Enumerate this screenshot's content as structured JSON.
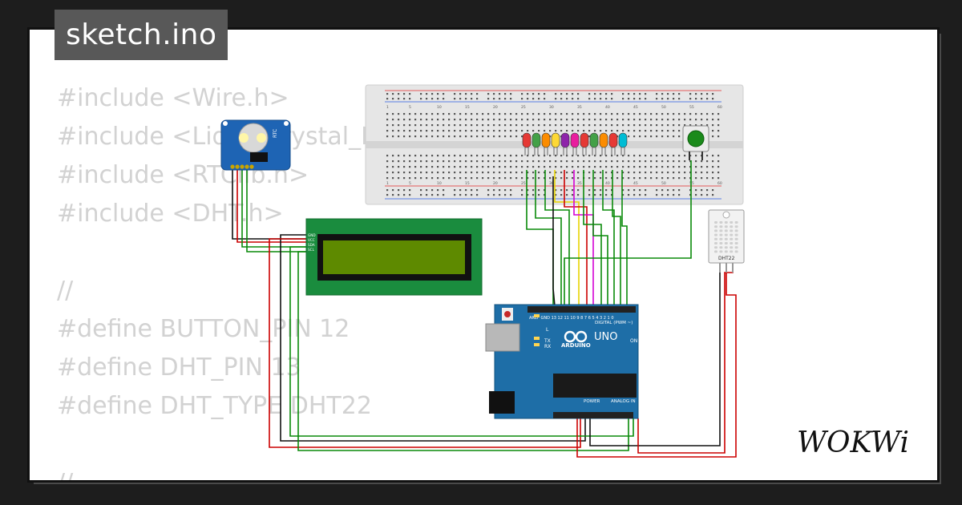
{
  "header": {
    "filename": "sketch.ino"
  },
  "code_lines": [
    "#include <Wire.h>",
    "#include <LiquidCrystal_I2C.h>",
    "#include <RTClib.h>",
    "#include <DHT.h>",
    "",
    "//",
    "#define BUTTON_PIN 12",
    "#define DHT_PIN 13",
    "#define DHT_TYPE DHT22",
    "",
    "// ..."
  ],
  "components": {
    "arduino": {
      "label": "UNO",
      "sub": "ARDUINO",
      "digital": "DIGITAL (PWM ~)",
      "power": "POWER",
      "analog": "ANALOG IN",
      "on": "ON",
      "tx": "TX",
      "rx": "RX",
      "l": "L"
    },
    "dht": {
      "label": "DHT22"
    },
    "rtc": {
      "label": "RTC"
    },
    "lcd": {
      "pins": [
        "GND",
        "VCC",
        "SDA",
        "SCL"
      ]
    },
    "breadboard": {
      "numbers": [
        "1",
        "5",
        "10",
        "15",
        "20",
        "25",
        "30",
        "35",
        "40",
        "45",
        "50",
        "55",
        "60"
      ]
    }
  },
  "led_colors": [
    "#e53935",
    "#43a047",
    "#fb8c00",
    "#fdd835",
    "#8e24aa",
    "#e91e9e",
    "#e53935",
    "#43a047",
    "#fb8c00",
    "#e53935",
    "#00bcd4"
  ],
  "brand": {
    "logo": "WOKWi"
  },
  "colors": {
    "background": "#1d1d1d",
    "title_tab": "#585858",
    "code_text": "#d2d2d2",
    "board": "#1e6ea7",
    "lcd": "#1a8c3e"
  }
}
